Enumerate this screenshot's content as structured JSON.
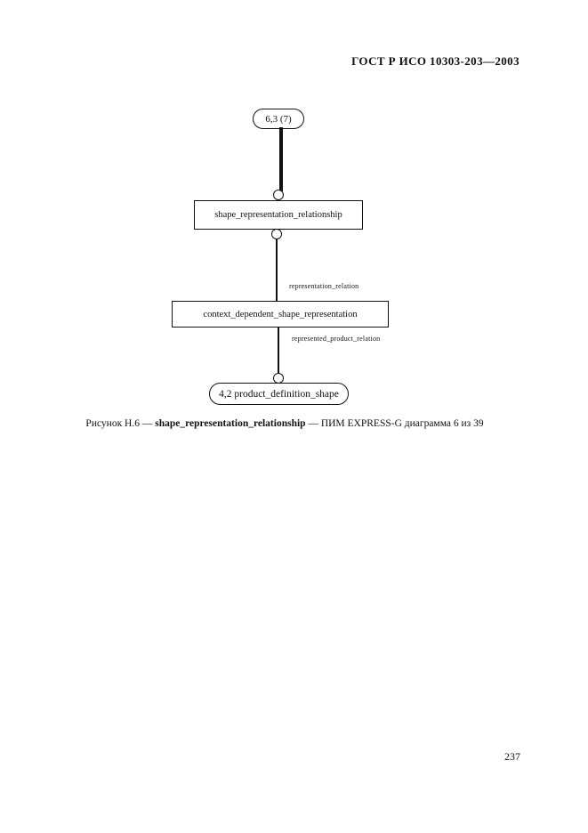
{
  "page": {
    "header": "ГОСТ Р ИСО 10303-203—2003",
    "page_number": "237"
  },
  "diagram": {
    "top_ref": {
      "label": "6,3 (7)"
    },
    "entities": [
      {
        "label": "shape_representation_relationship"
      },
      {
        "label": "context_dependent_shape_representation"
      }
    ],
    "relations": [
      {
        "label": "representation_relation"
      },
      {
        "label": "represented_product_relation"
      }
    ],
    "bottom_ref": {
      "label": "4,2 product_definition_shape"
    },
    "line_color": "#111111",
    "background": "#ffffff"
  },
  "caption": {
    "prefix": "Рисунок Н.6 — ",
    "entity": "shape_representation_relationship",
    "suffix": " — ПИМ EXPRESS-G диаграмма 6 из 39"
  }
}
